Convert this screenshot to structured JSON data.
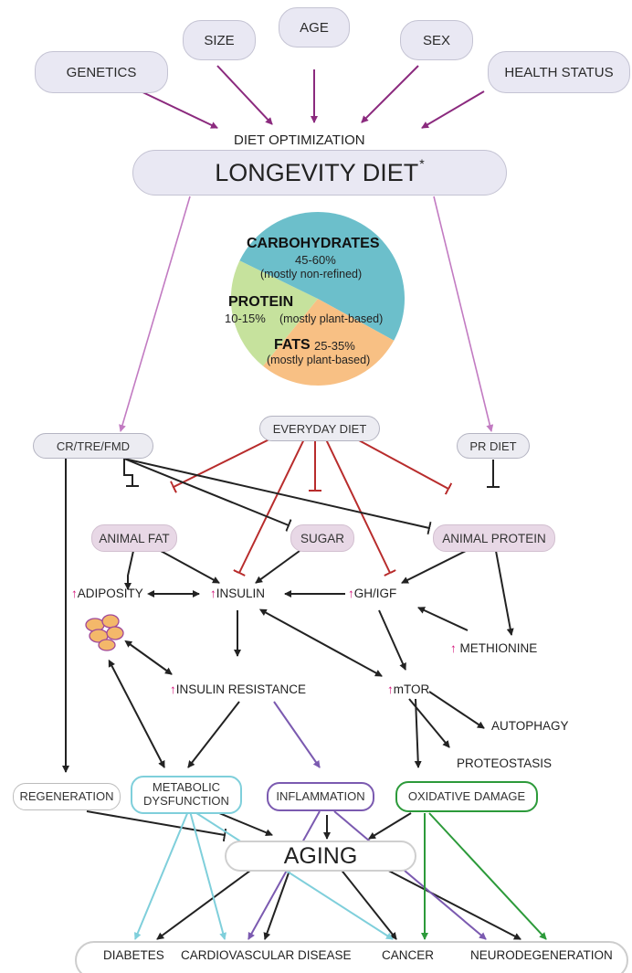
{
  "factors": [
    "GENETICS",
    "SIZE",
    "AGE",
    "SEX",
    "HEALTH STATUS"
  ],
  "diet_optimization": "DIET OPTIMIZATION",
  "longevity_diet": "LONGEVITY DIET",
  "longevity_diet_mark": "*",
  "pie": {
    "carbs_title": "CARBOHYDRATES",
    "carbs_pct": "45-60%",
    "carbs_note": "(mostly non-refined)",
    "protein_title": "PROTEIN",
    "protein_pct": "10-15%",
    "protein_note": "(mostly plant-based)",
    "fats_title": "FATS",
    "fats_pct": "25-35%",
    "fats_note": "(mostly plant-based)",
    "colors": {
      "carbs": "#6cbfcb",
      "protein": "#c6e29d",
      "fats": "#f8c084"
    }
  },
  "diets": {
    "cr": "CR/TRE/FMD",
    "everyday": "EVERYDAY DIET",
    "pr": "PR DIET"
  },
  "foods": {
    "animal_fat": "ANIMAL FAT",
    "sugar": "SUGAR",
    "animal_protein": "ANIMAL PROTEIN"
  },
  "up_arrow": "↑",
  "mediators": {
    "adiposity": "ADIPOSITY",
    "insulin": "INSULIN",
    "gh_igf": "GH/IGF",
    "methionine": "METHIONINE",
    "insulin_resistance": "INSULIN RESISTANCE",
    "mtor": "mTOR",
    "autophagy": "AUTOPHAGY",
    "proteostasis": "PROTEOSTASIS"
  },
  "outcomes": {
    "regeneration": "REGENERATION",
    "metabolic_1": "METABOLIC",
    "metabolic_2": "DYSFUNCTION",
    "inflammation": "INFLAMMATION",
    "oxidative": "OXIDATIVE DAMAGE",
    "aging": "AGING"
  },
  "diseases": [
    "DIABETES",
    "CARDIOVASCULAR DISEASE",
    "CANCER",
    "NEURODEGENERATION"
  ],
  "colors": {
    "purple": "#8b2a7e",
    "lilac": "#c27bc2",
    "red": "#b82c2c",
    "black": "#222222",
    "violet": "#7b5ab0",
    "cyan": "#7fcfdb",
    "green": "#2c9a3a",
    "pink_arrow": "#d4147a"
  }
}
